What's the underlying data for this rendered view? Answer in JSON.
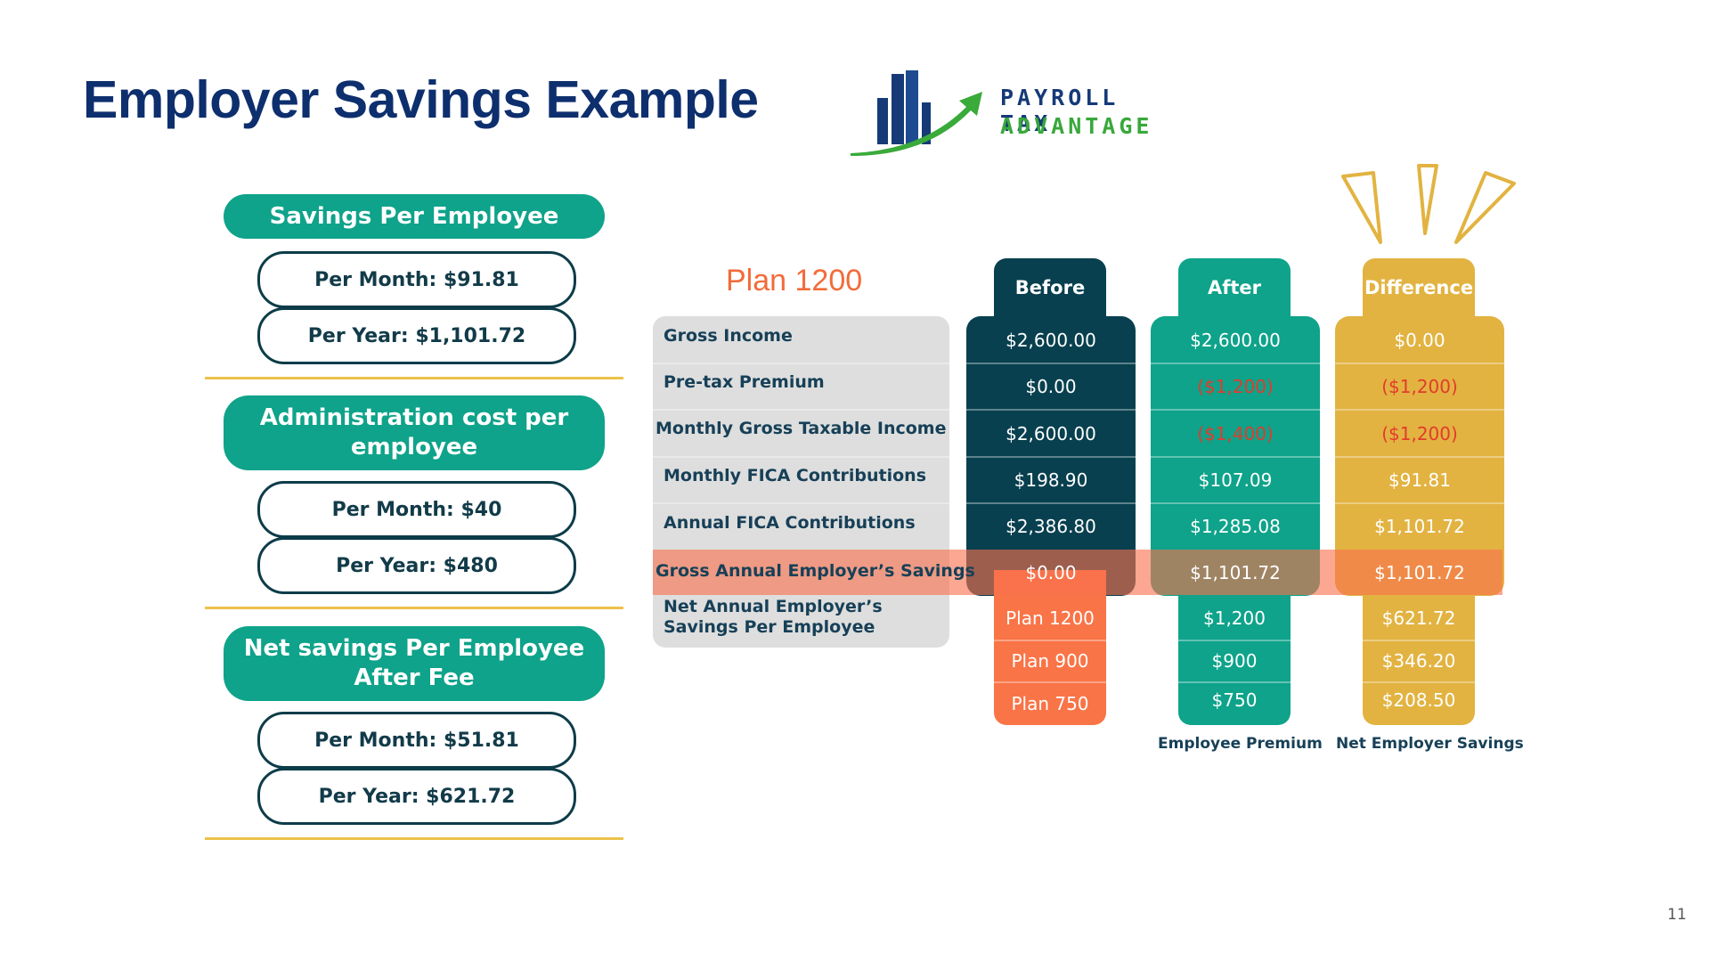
{
  "title": "Employer Savings Example",
  "logo": {
    "line1": "PAYROLL TAX",
    "line2": "ADVANTAGE"
  },
  "savings_per_employee": {
    "heading": "Savings Per Employee",
    "per_month": "Per Month: $91.81",
    "per_year": "Per Year: $1,101.72"
  },
  "admin_cost": {
    "heading": "Administration cost per employee",
    "per_month": "Per Month: $40",
    "per_year": "Per Year: $480"
  },
  "net_savings": {
    "heading": "Net savings Per Employee After Fee",
    "per_month": "Per Month: $51.81",
    "per_year": "Per Year: $621.72"
  },
  "table": {
    "plan_title": "Plan 1200",
    "headers": {
      "before": "Before",
      "after": "After",
      "difference": "Difference"
    },
    "rows": [
      {
        "label": "Gross Income",
        "before": "$2,600.00",
        "after": "$2,600.00",
        "difference": "$0.00"
      },
      {
        "label": "Pre-tax Premium",
        "before": "$0.00",
        "after": "($1,200)",
        "difference": "($1,200)"
      },
      {
        "label": "Monthly Gross Taxable Income",
        "before": "$2,600.00",
        "after": "($1,400)",
        "difference": "($1,200)"
      },
      {
        "label": "Monthly FICA Contributions",
        "before": "$198.90",
        "after": "$107.09",
        "difference": "$91.81"
      },
      {
        "label": "Annual FICA Contributions",
        "before": "$2,386.80",
        "after": "$1,285.08",
        "difference": "$1,101.72"
      },
      {
        "label": "Gross Annual Employer’s Savings",
        "before": "$0.00",
        "after": "$1,101.72",
        "difference": "$1,101.72"
      },
      {
        "label": "Net Annual Employer’s Savings Per Employee"
      }
    ],
    "plans": [
      {
        "plan": "Plan 1200",
        "premium": "$1,200",
        "net": "$621.72"
      },
      {
        "plan": "Plan 900",
        "premium": "$900",
        "net": "$346.20"
      },
      {
        "plan": "Plan 750",
        "premium": "$750",
        "net": "$208.50"
      }
    ],
    "footers": {
      "after": "Employee Premium",
      "difference": "Net Employer Savings"
    }
  },
  "page_number": "11",
  "colors": {
    "title": "#0e2f6e",
    "teal": "#0ea38a",
    "dark_teal": "#08404f",
    "gold": "#e2b341",
    "orange": "#f97447",
    "negative": "#e23b2c"
  }
}
